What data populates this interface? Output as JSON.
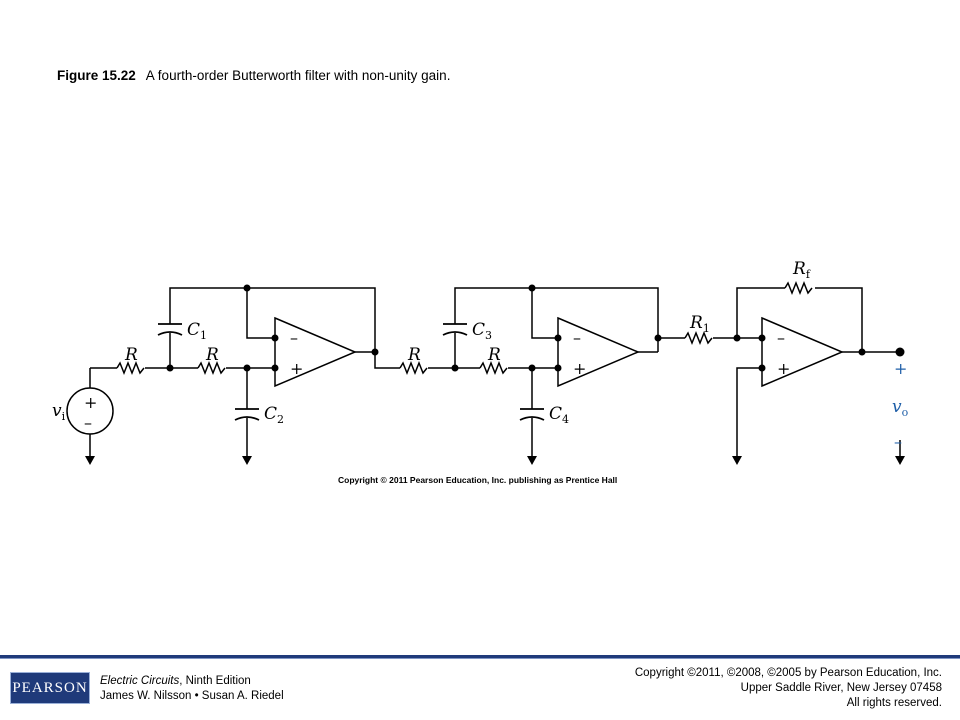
{
  "caption": {
    "figure_number": "Figure 15.22",
    "text": "A fourth-order Butterworth filter with non-unity gain."
  },
  "circuit": {
    "source_label": "v",
    "source_label_sub": "i",
    "output_label": "v",
    "output_label_sub": "o",
    "output_plus": "+",
    "output_minus": "–",
    "resistors": [
      {
        "label": "R"
      },
      {
        "label": "R"
      },
      {
        "label": "R"
      },
      {
        "label": "R"
      },
      {
        "label": "R",
        "sub": "1"
      },
      {
        "label": "R",
        "sub": "f"
      }
    ],
    "capacitors": [
      {
        "label": "C",
        "sub": "1"
      },
      {
        "label": "C",
        "sub": "2"
      },
      {
        "label": "C",
        "sub": "3"
      },
      {
        "label": "C",
        "sub": "4"
      }
    ],
    "image_copyright": "Copyright © 2011 Pearson Education, Inc. publishing as Prentice Hall"
  },
  "footer": {
    "logo_text": "PEARSON",
    "book_title": "Electric Circuits",
    "book_edition": ", Ninth Edition",
    "authors": "James W. Nilsson • Susan A. Riedel",
    "copyright_line1": "Copyright ©2011, ©2008, ©2005 by Pearson Education, Inc.",
    "copyright_line2": "Upper Saddle River, New Jersey 07458",
    "copyright_line3": "All rights reserved."
  }
}
